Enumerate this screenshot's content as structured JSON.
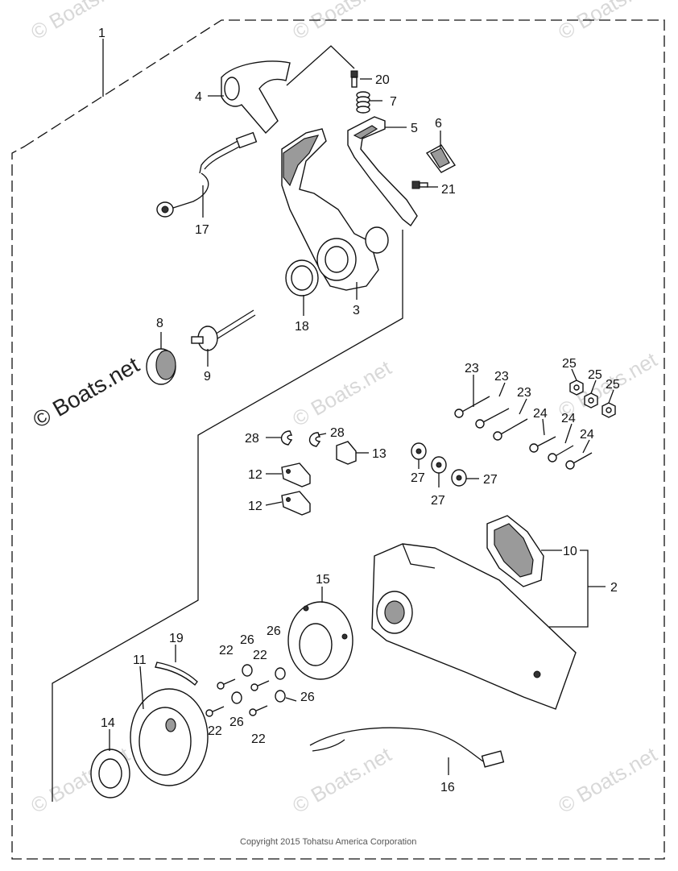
{
  "labels": {
    "p1": "1",
    "p2": "2",
    "p3": "3",
    "p4": "4",
    "p5": "5",
    "p6": "6",
    "p7": "7",
    "p8": "8",
    "p9": "9",
    "p10": "10",
    "p11": "11",
    "p12a": "12",
    "p12b": "12",
    "p13": "13",
    "p14": "14",
    "p15": "15",
    "p16": "16",
    "p17": "17",
    "p18": "18",
    "p19": "19",
    "p20": "20",
    "p21": "21",
    "p22a": "22",
    "p22b": "22",
    "p22c": "22",
    "p22d": "22",
    "p23a": "23",
    "p23b": "23",
    "p23c": "23",
    "p24a": "24",
    "p24b": "24",
    "p24c": "24",
    "p25a": "25",
    "p25b": "25",
    "p25c": "25",
    "p26a": "26",
    "p26b": "26",
    "p26c": "26",
    "p26d": "26",
    "p27a": "27",
    "p27b": "27",
    "p27c": "27",
    "p28a": "28",
    "p28b": "28"
  },
  "watermark": "© Boats.net",
  "copyright": "Copyright 2015 Tohatsu America Corporation"
}
